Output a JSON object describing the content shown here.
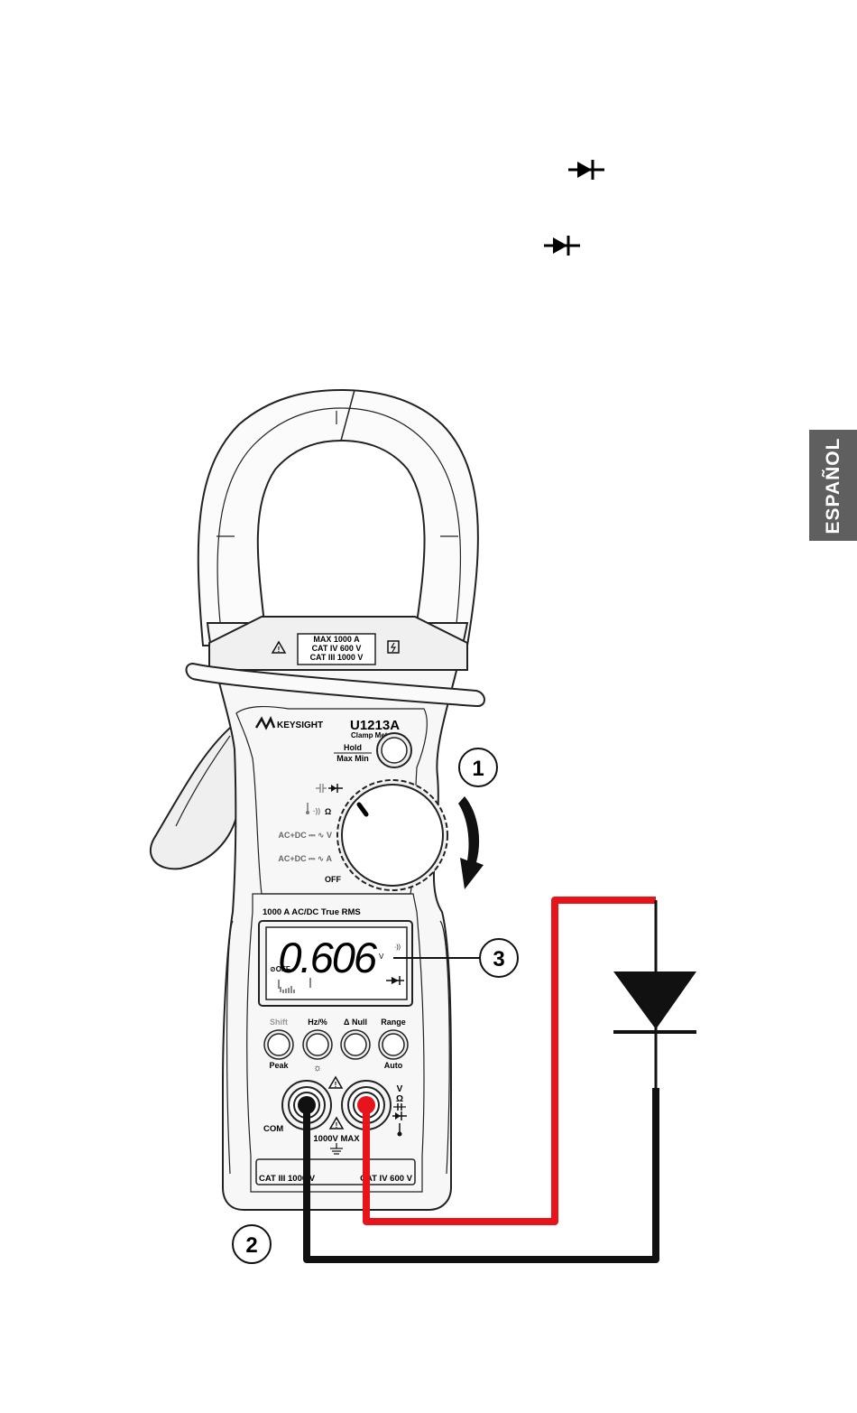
{
  "language_tab": "ESPAÑOL",
  "meter": {
    "brand": "KEYSIGHT",
    "model": "U1213A",
    "subtitle": "Clamp Meter",
    "hold_label": "Hold",
    "maxmin_label": "Max Min",
    "jaw_rating": [
      "MAX 1000 A",
      "CAT IV 600 V",
      "CAT III 1000 V"
    ],
    "dial_labels": {
      "ohm": "Ω",
      "volts": "AC+DC ⎓ ∿ V",
      "amps": "AC+DC ⎓ ∿ A",
      "off": "OFF"
    },
    "band_label": "1000 A AC/DC True RMS",
    "display": {
      "reading": "0.606",
      "unit": "V",
      "apo": "⊘OFF"
    },
    "buttons": [
      {
        "top": "Shift",
        "bottom": "Peak"
      },
      {
        "top": "Hz/%",
        "bottom": "☼"
      },
      {
        "top": "Δ Null",
        "bottom": ""
      },
      {
        "top": "Range",
        "bottom": "Auto"
      }
    ],
    "com_label": "COM",
    "input_symbols": [
      "V",
      "Ω"
    ],
    "max_label": "1000V MAX",
    "cat_left": "CAT III 1000 V",
    "cat_right": "CAT IV 600 V"
  },
  "callouts": [
    "1",
    "2",
    "3"
  ],
  "colors": {
    "red_lead": "#e8141c",
    "black_lead": "#111111",
    "tab_bg": "#5f5f5f"
  }
}
